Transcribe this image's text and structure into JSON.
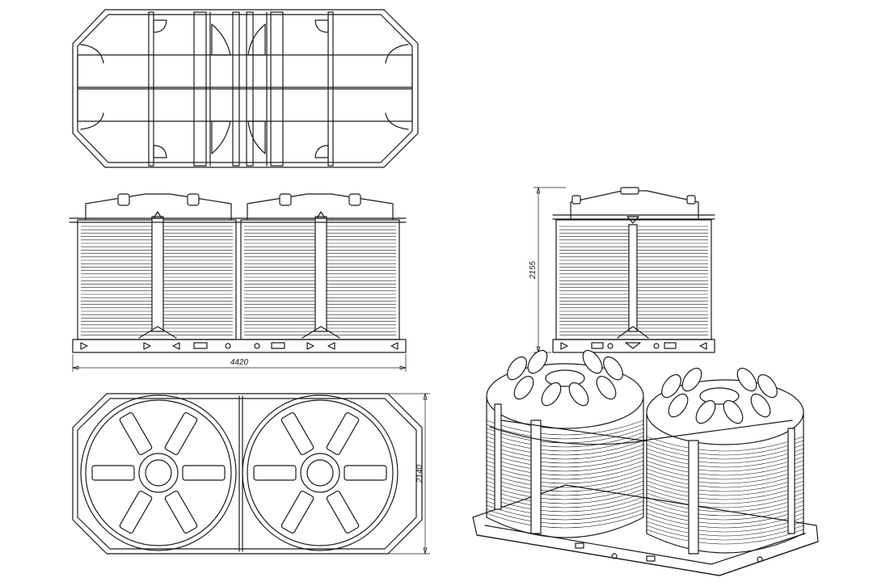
{
  "dimensions": {
    "length": "4420",
    "height": "2155",
    "width": "2140"
  },
  "colors": {
    "line": "#1a1a1a",
    "background": "#ffffff"
  }
}
